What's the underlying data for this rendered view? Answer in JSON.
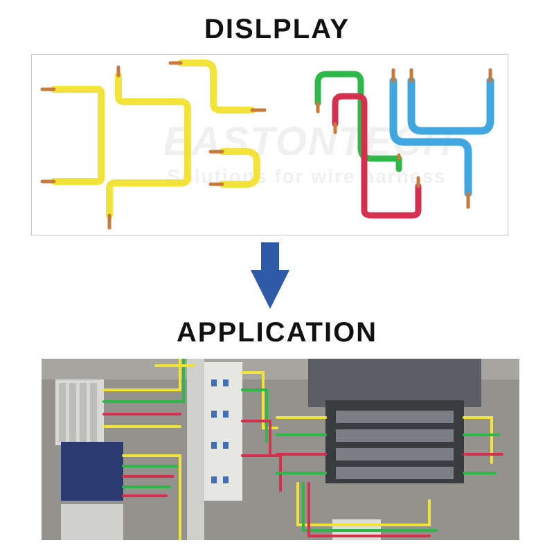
{
  "headings": {
    "display": "DISLPLAY",
    "application": "APPLICATION"
  },
  "watermark": {
    "brand": "EASTONTECH",
    "tagline": "Solutions for wire harness"
  },
  "colors": {
    "yellow_wire": "#f2e33a",
    "green_wire": "#2fb84a",
    "red_wire": "#d6304f",
    "blue_wire": "#3fa6df",
    "copper": "#c87a3a",
    "arrow": "#2e5aa8"
  }
}
